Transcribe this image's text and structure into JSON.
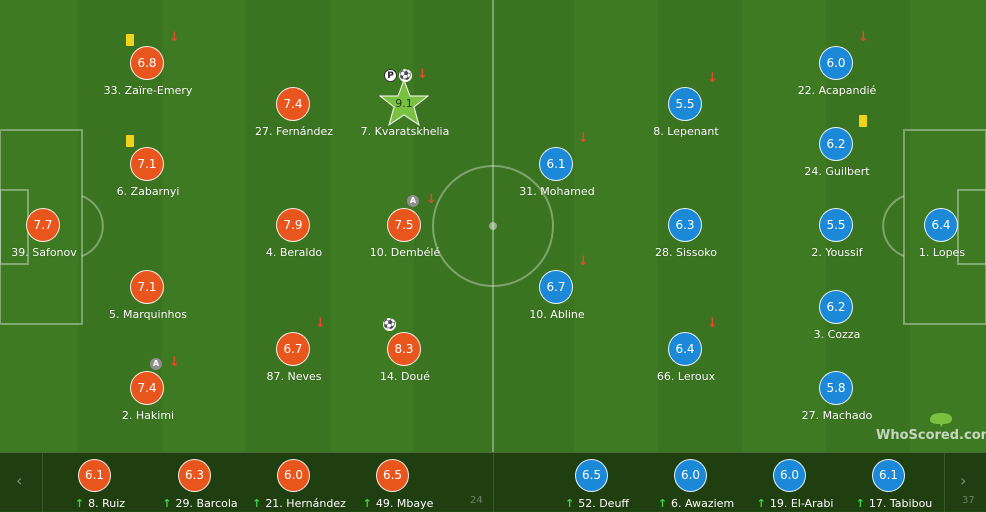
{
  "home_players": [
    {
      "num": "33",
      "name": "Zaire-Emery",
      "label": "33. Zaïre-Emery",
      "rating": "6.8",
      "sub_off": true,
      "yellow": true
    },
    {
      "num": "6",
      "name": "Zabarnyi",
      "label": "6. Zabarnyi",
      "rating": "7.1",
      "yellow": true
    },
    {
      "num": "39",
      "name": "Safonov",
      "label": "39. Safonov",
      "rating": "7.7"
    },
    {
      "num": "5",
      "name": "Marquinhos",
      "label": "5. Marquinhos",
      "rating": "7.1"
    },
    {
      "num": "2",
      "name": "Hakimi",
      "label": "2. Hakimi",
      "rating": "7.4",
      "sub_off": true,
      "captain": true
    },
    {
      "num": "27",
      "name": "Fernandez",
      "label": "27. Fernández",
      "rating": "7.4"
    },
    {
      "num": "4",
      "name": "Beraldo",
      "label": "4. Beraldo",
      "rating": "7.9"
    },
    {
      "num": "87",
      "name": "Neves",
      "label": "87. Neves",
      "rating": "6.7",
      "sub_off": true
    },
    {
      "num": "7",
      "name": "Kvaratskhelia",
      "label": "7. Kvaratskhelia",
      "rating": "9.1",
      "sub_off": true,
      "motm": true,
      "goal": true,
      "penalty": true
    },
    {
      "num": "10",
      "name": "Dembele",
      "label": "10. Dembélé",
      "rating": "7.5",
      "sub_off": true,
      "captain": true
    },
    {
      "num": "14",
      "name": "Doue",
      "label": "14. Doué",
      "rating": "8.3",
      "goal": true
    }
  ],
  "away_players": [
    {
      "num": "31",
      "name": "Mohamed",
      "label": "31. Mohamed",
      "rating": "6.1",
      "sub_off": true
    },
    {
      "num": "10",
      "name": "Abline",
      "label": "10. Abline",
      "rating": "6.7",
      "sub_off": true
    },
    {
      "num": "8",
      "name": "Lepenant",
      "label": "8. Lepenant",
      "rating": "5.5",
      "sub_off": true
    },
    {
      "num": "28",
      "name": "Sissoko",
      "label": "28. Sissoko",
      "rating": "6.3"
    },
    {
      "num": "66",
      "name": "Leroux",
      "label": "66. Leroux",
      "rating": "6.4",
      "sub_off": true
    },
    {
      "num": "22",
      "name": "Acapandie",
      "label": "22. Acapandié",
      "rating": "6.0",
      "sub_off": true
    },
    {
      "num": "24",
      "name": "Guilbert",
      "label": "24. Guilbert",
      "rating": "6.2",
      "yellow": true
    },
    {
      "num": "2",
      "name": "Youssif",
      "label": "2. Youssif",
      "rating": "5.5"
    },
    {
      "num": "3",
      "name": "Cozza",
      "label": "3. Cozza",
      "rating": "6.2"
    },
    {
      "num": "27",
      "name": "Machado",
      "label": "27. Machado",
      "rating": "5.8"
    },
    {
      "num": "1",
      "name": "Lopes",
      "label": "1. Lopes",
      "rating": "6.4"
    }
  ],
  "home_subs": [
    {
      "label": "8. Ruiz",
      "rating": "6.1"
    },
    {
      "label": "29. Barcola",
      "rating": "6.3"
    },
    {
      "label": "21. Hernández",
      "rating": "6.0"
    },
    {
      "label": "49. Mbaye",
      "rating": "6.5"
    }
  ],
  "away_subs": [
    {
      "label": "52. Deuff",
      "rating": "6.5"
    },
    {
      "label": "6. Awaziem",
      "rating": "6.0"
    },
    {
      "label": "19. El-Arabi",
      "rating": "6.0"
    },
    {
      "label": "17. Tabibou",
      "rating": "6.1"
    }
  ],
  "bench": {
    "home_more": "24",
    "away_more": "37",
    "prev_icon": "chevron-left-icon",
    "next_icon": "chevron-right-icon"
  },
  "logo": {
    "text": "WhoScored.com"
  },
  "icons": {
    "captain": "A",
    "penalty": "P",
    "ball": "⚽",
    "sub_off": "↓",
    "sub_on": "↑"
  },
  "colors": {
    "home": "#e8561e",
    "away": "#1b89d8",
    "motm": "#7ac142",
    "yellow_card": "#f2d21b",
    "sub_off": "#e04b2b",
    "sub_on": "#3fd24a"
  }
}
